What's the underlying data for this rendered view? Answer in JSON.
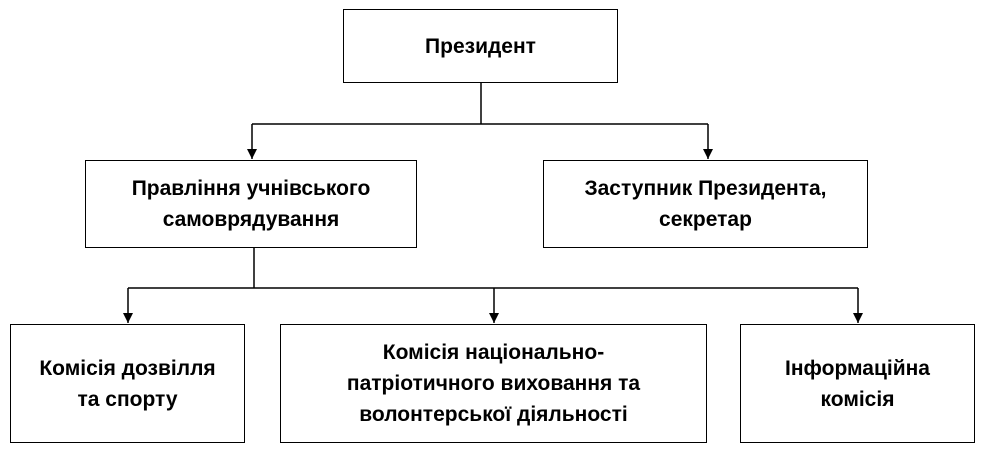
{
  "diagram": {
    "type": "org-chart",
    "nodes": {
      "president": {
        "label": "Президент"
      },
      "board": {
        "label": "Правління учнівського\nсамоврядування"
      },
      "deputy": {
        "label": "Заступник Президента,\nсекретар"
      },
      "leisure": {
        "label": "Комісія дозвілля\nта спорту"
      },
      "patriotic": {
        "label": "Комісія національно-\nпатріотичного виховання та\nволонтерської діяльності"
      },
      "info": {
        "label": "Інформаційна\nкомісія"
      }
    },
    "edges": [
      {
        "from": "president",
        "to": "board"
      },
      {
        "from": "president",
        "to": "deputy"
      },
      {
        "from": "board",
        "to": "leisure"
      },
      {
        "from": "board",
        "to": "patriotic"
      },
      {
        "from": "board",
        "to": "info"
      }
    ],
    "line_color": "#000000",
    "box_fill": "#ffffff"
  }
}
